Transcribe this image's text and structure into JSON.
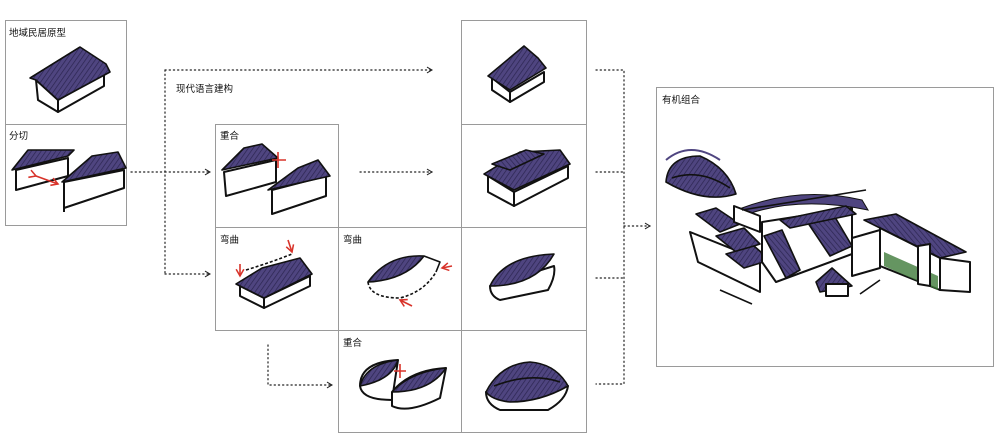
{
  "labels": {
    "prototype": "地域民居原型",
    "split": "分切",
    "modern_language": "现代语言建构",
    "overlap_1": "重合",
    "bend_1": "弯曲",
    "bend_2": "弯曲",
    "overlap_2": "重合",
    "organic_combination": "有机组合"
  },
  "colors": {
    "roof": "#4f4580",
    "roof_dark": "#2e2a55",
    "arrow_red": "#d8332a",
    "frame": "#9a9a9a"
  }
}
